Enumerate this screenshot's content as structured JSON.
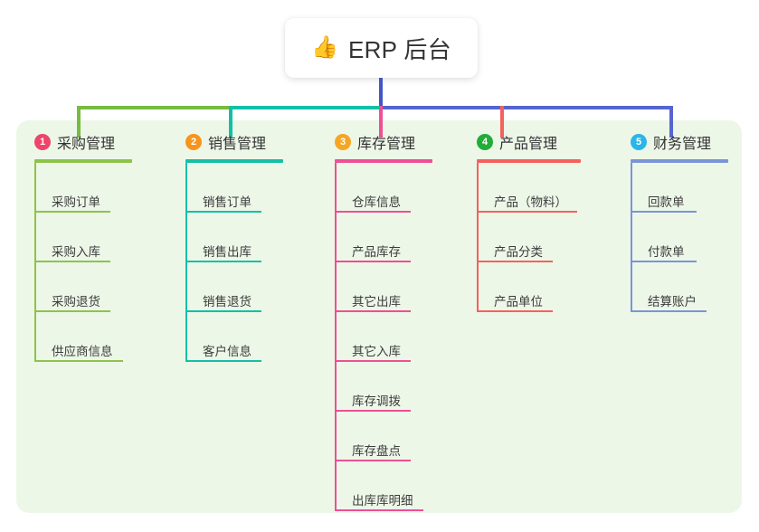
{
  "root": {
    "icon": "thumbs-up-icon",
    "icon_glyph": "👍",
    "title": "ERP 后台",
    "stem_color": "#4356c4"
  },
  "panel": {
    "background": "#edf7e8"
  },
  "connector_bar": {
    "segments": [
      {
        "name": "green-segment",
        "color": "#77bb41"
      },
      {
        "name": "teal-segment",
        "color": "#12c0a6"
      },
      {
        "name": "blue-segment",
        "color": "#5566cf"
      }
    ],
    "drops": [
      {
        "name": "drop-purchase",
        "color": "#77bb41"
      },
      {
        "name": "drop-sales",
        "color": "#12c0a6"
      },
      {
        "name": "drop-inventory",
        "color": "#ef4f94"
      },
      {
        "name": "drop-product",
        "color": "#f5615d"
      },
      {
        "name": "drop-finance",
        "color": "#5566cf"
      }
    ]
  },
  "columns": [
    {
      "number": "1",
      "title": "采购管理",
      "badge_color": "#f0446a",
      "line_color": "#8dc34a",
      "rule_width": 108,
      "items": [
        {
          "label": "采购订单",
          "rule_width": 84
        },
        {
          "label": "采购入库",
          "rule_width": 84
        },
        {
          "label": "采购退货",
          "rule_width": 84
        },
        {
          "label": "供应商信息",
          "rule_width": 98
        }
      ]
    },
    {
      "number": "2",
      "title": "销售管理",
      "badge_color": "#f7941e",
      "line_color": "#12c0a6",
      "rule_width": 108,
      "items": [
        {
          "label": "销售订单",
          "rule_width": 84
        },
        {
          "label": "销售出库",
          "rule_width": 84
        },
        {
          "label": "销售退货",
          "rule_width": 84
        },
        {
          "label": "客户信息",
          "rule_width": 84
        }
      ]
    },
    {
      "number": "3",
      "title": "库存管理",
      "badge_color": "#f5a623",
      "line_color": "#ef4f94",
      "rule_width": 108,
      "items": [
        {
          "label": "仓库信息",
          "rule_width": 84
        },
        {
          "label": "产品库存",
          "rule_width": 84
        },
        {
          "label": "其它出库",
          "rule_width": 84
        },
        {
          "label": "其它入库",
          "rule_width": 84
        },
        {
          "label": "库存调拨",
          "rule_width": 84
        },
        {
          "label": "库存盘点",
          "rule_width": 84
        },
        {
          "label": "出库库明细",
          "rule_width": 98
        }
      ]
    },
    {
      "number": "4",
      "title": "产品管理",
      "badge_color": "#22ac38",
      "line_color": "#f5615d",
      "rule_width": 115,
      "items": [
        {
          "label": "产品（物料）",
          "rule_width": 111
        },
        {
          "label": "产品分类",
          "rule_width": 84
        },
        {
          "label": "产品单位",
          "rule_width": 84
        }
      ]
    },
    {
      "number": "5",
      "title": "财务管理",
      "badge_color": "#29b6e8",
      "line_color": "#7b94d8",
      "rule_width": 108,
      "items": [
        {
          "label": "回款单",
          "rule_width": 73
        },
        {
          "label": "付款单",
          "rule_width": 73
        },
        {
          "label": "结算账户",
          "rule_width": 84
        }
      ]
    }
  ]
}
